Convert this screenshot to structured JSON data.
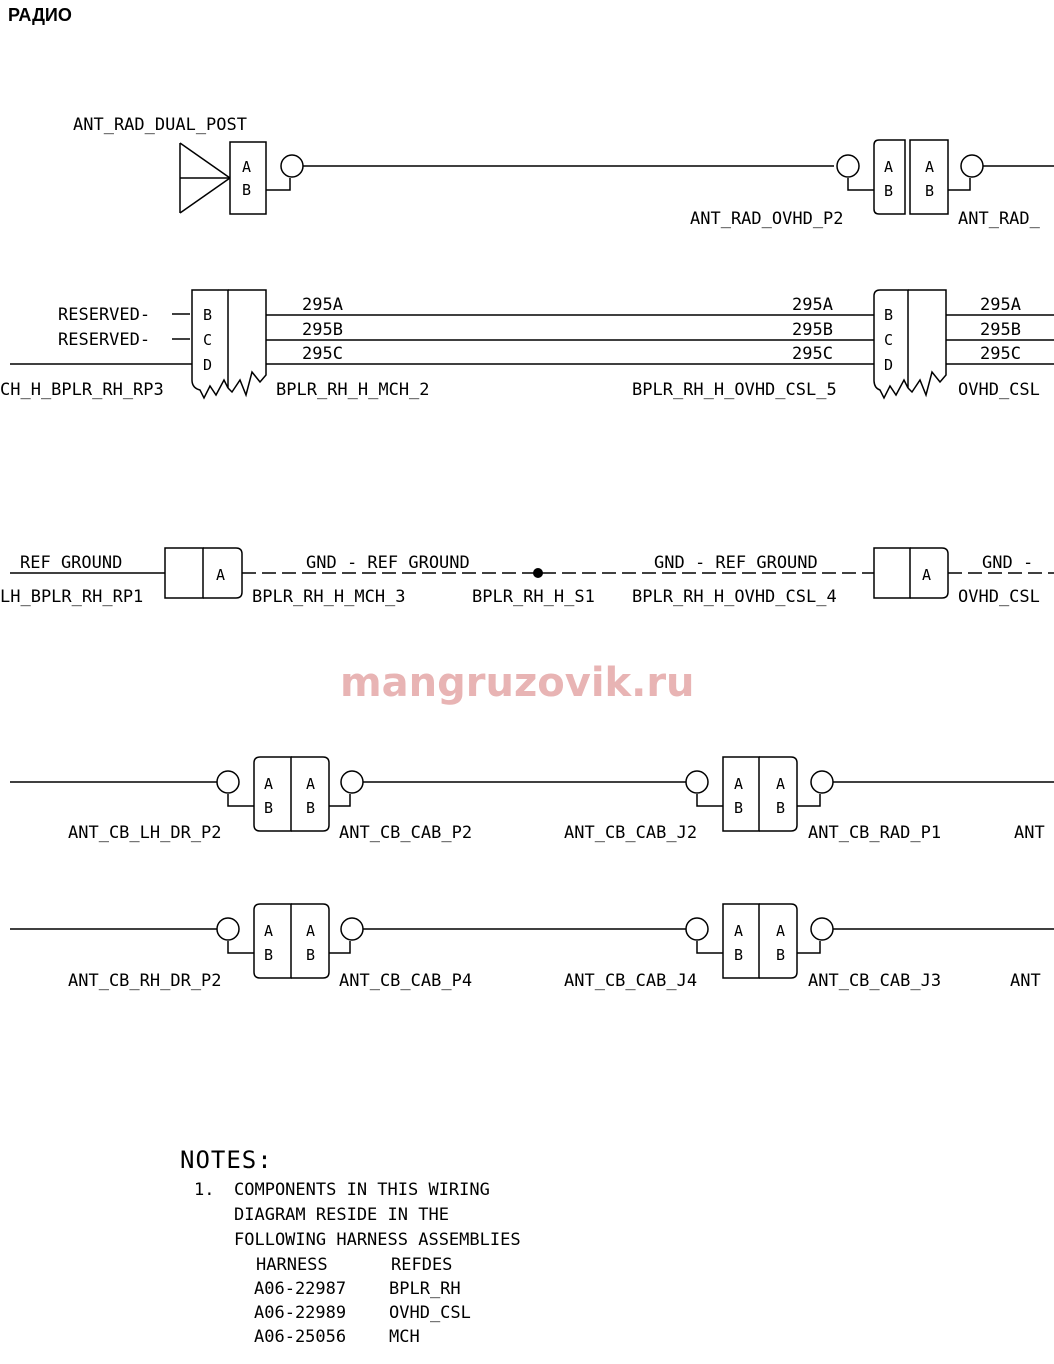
{
  "page_title": "РАДИО",
  "watermark": "mangruzovik.ru",
  "labels": {
    "ant_rad_dual_post": "ANT_RAD_DUAL_POST",
    "ant_rad_ovhd_p2": "ANT_RAD_OVHD_P2",
    "ant_rad_cut": "ANT_RAD_",
    "reserved_1": "RESERVED-",
    "reserved_2": "RESERVED-",
    "bplr_rh_rp3_cut": "CH_H_BPLR_RH_RP3",
    "bplr_rh_h_mch_2": "BPLR_RH_H_MCH_2",
    "bplr_rh_h_ovhd_csl_5": "BPLR_RH_H_OVHD_CSL_5",
    "ovhd_csl_cut_1": "OVHD_CSL",
    "ref_ground_left": "REF GROUND",
    "bplr_rh_rp1_cut": "LH_BPLR_RH_RP1",
    "gnd_ref_ground_1": "GND - REF GROUND",
    "bplr_rh_h_mch_3": "BPLR_RH_H_MCH_3",
    "bplr_rh_h_s1": "BPLR_RH_H_S1",
    "gnd_ref_ground_2": "GND - REF GROUND",
    "bplr_rh_h_ovhd_csl_4": "BPLR_RH_H_OVHD_CSL_4",
    "gnd_cut": "GND -",
    "ovhd_csl_cut_2": "OVHD_CSL",
    "ant_cb_lh_dr_p2": "ANT_CB_LH_DR_P2",
    "ant_cb_cab_p2": "ANT_CB_CAB_P2",
    "ant_cb_cab_j2": "ANT_CB_CAB_J2",
    "ant_cb_rad_p1": "ANT_CB_RAD_P1",
    "ant_cut_1": "ANT",
    "ant_cb_rh_dr_p2": "ANT_CB_RH_DR_P2",
    "ant_cb_cab_p4": "ANT_CB_CAB_P4",
    "ant_cb_cab_j4": "ANT_CB_CAB_J4",
    "ant_cb_cab_j3": "ANT_CB_CAB_J3",
    "ant_cut_2": "ANT"
  },
  "wires": {
    "w295a": "295A",
    "w295b": "295B",
    "w295c": "295C"
  },
  "pins": {
    "a": "A",
    "b": "B",
    "c": "C",
    "d": "D"
  },
  "notes": {
    "title": "NOTES:",
    "item_number": "1.",
    "line1": "COMPONENTS IN THIS WIRING",
    "line2": "DIAGRAM RESIDE IN THE",
    "line3": "FOLLOWING HARNESS ASSEMBLIES",
    "col_harness": "HARNESS",
    "col_refdes": "REFDES",
    "rows": [
      {
        "harness": "A06-22987",
        "refdes": "BPLR_RH"
      },
      {
        "harness": "A06-22989",
        "refdes": "OVHD_CSL"
      },
      {
        "harness": "A06-25056",
        "refdes": "MCH"
      }
    ]
  }
}
